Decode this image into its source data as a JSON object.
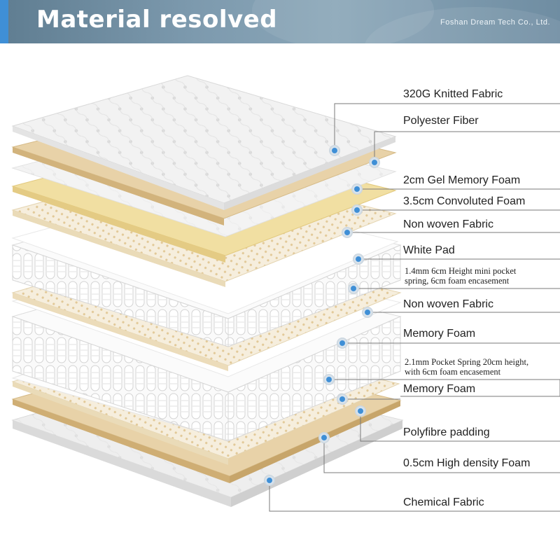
{
  "header": {
    "title": "Material resolved",
    "company": "Foshan Dream Tech Co., Ltd."
  },
  "layers": [
    {
      "label": "320G Knitted Fabric"
    },
    {
      "label": "Polyester Fiber"
    },
    {
      "label": "2cm Gel Memory  Foam"
    },
    {
      "label": "3.5cm Convoluted Foam"
    },
    {
      "label": "Non woven Fabric"
    },
    {
      "label": "White Pad"
    },
    {
      "line1": "1.4mm 6cm Height mini pocket",
      "line2": "spring, 6cm foam encasement"
    },
    {
      "label": "Non woven Fabric"
    },
    {
      "label": "Memory Foam"
    },
    {
      "line1": "2.1mm Pocket Spring 20cm height,",
      "line2": "with 6cm foam encasement"
    },
    {
      "label": "Memory Foam"
    },
    {
      "label": "Polyfibre padding"
    },
    {
      "label": "0.5cm High density Foam"
    },
    {
      "label": "Chemical Fabric"
    }
  ],
  "colors": {
    "header": "#6f8da2",
    "accent_bar": "#3f8fd6",
    "marker": "#3f8fd6",
    "leader_line": "#7a7a7a",
    "fabric": "#f2f2f2",
    "foam_tan": "#e8d2a8",
    "foam_yellow": "#f1dfa2",
    "nonwoven": "#f5ecd9",
    "spring": "#fafafa"
  }
}
